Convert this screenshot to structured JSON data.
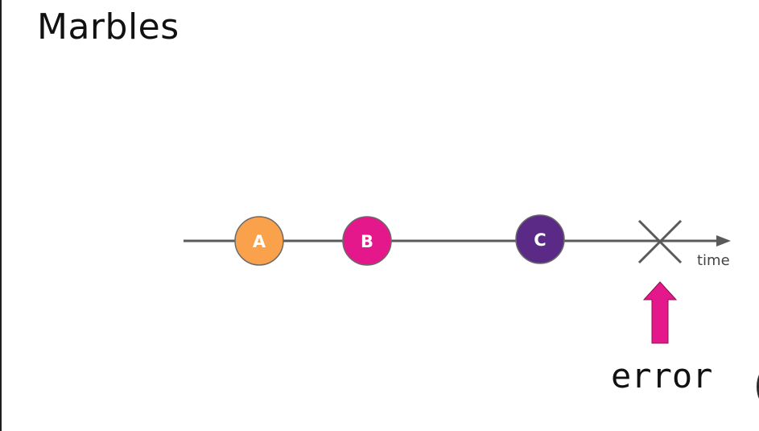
{
  "slide": {
    "title": "Marbles"
  },
  "timeline": {
    "time_label": "time",
    "marbles": [
      {
        "label": "A",
        "color": "#F9A24B",
        "stroke": "#6a6a6a"
      },
      {
        "label": "B",
        "color": "#E4188A",
        "stroke": "#6a6a6a"
      },
      {
        "label": "C",
        "color": "#5B2A86",
        "stroke": "#6a6a6a"
      }
    ],
    "terminator": "error-x-icon",
    "line_color": "#5a5a5a"
  },
  "annotation": {
    "label": "error",
    "arrow_icon": "arrow-up-icon",
    "arrow_color": "#E4188A"
  }
}
